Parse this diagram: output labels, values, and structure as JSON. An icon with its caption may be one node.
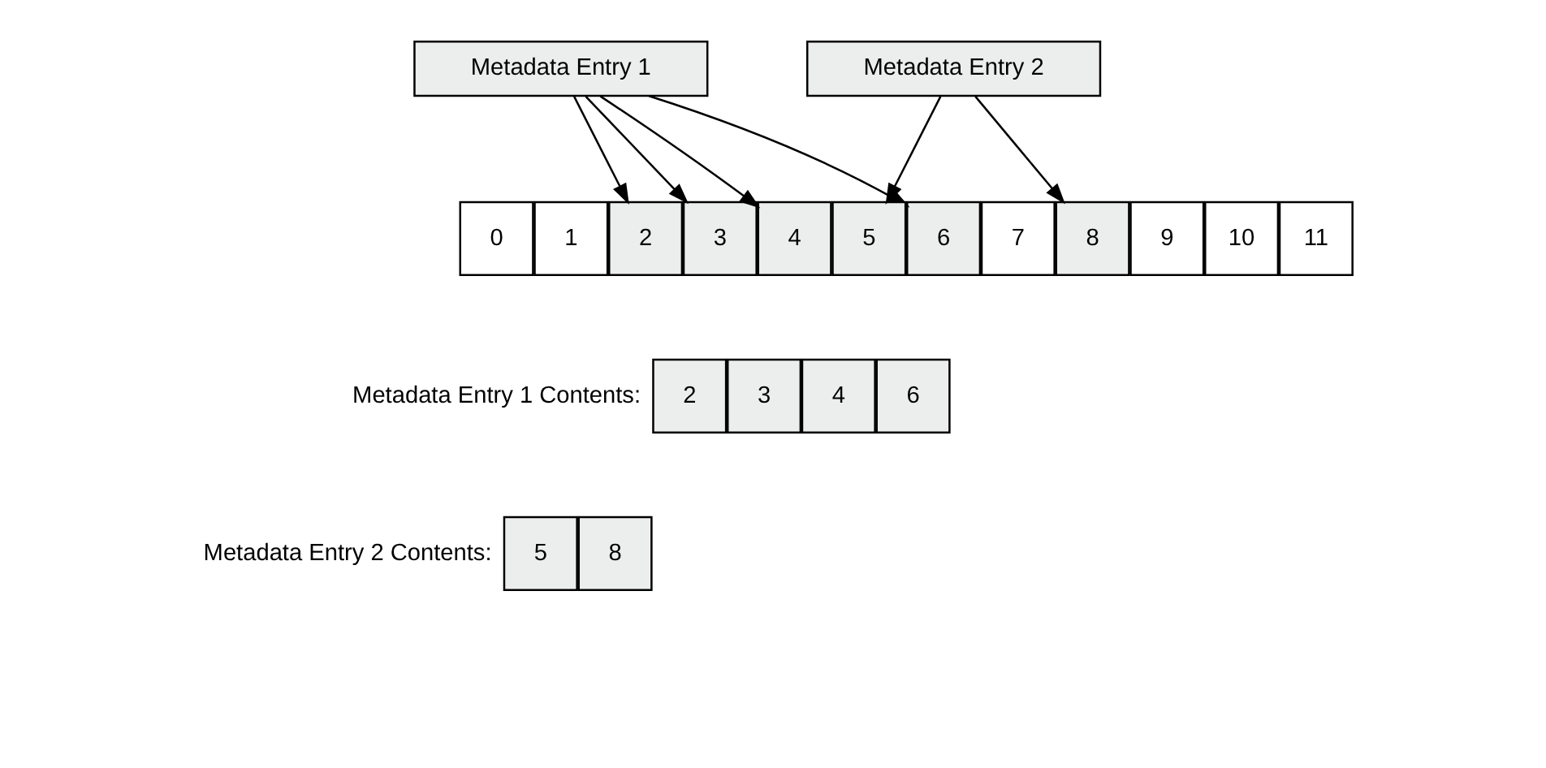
{
  "diagram": {
    "nodes": [
      {
        "text": [
          "Metadata Entry 1"
        ]
      },
      {
        "text": [
          "Metadata Entry 2"
        ]
      },
      {
        "text": [
          "0"
        ]
      },
      {
        "text": [
          "1"
        ]
      },
      {
        "text": [
          "2"
        ]
      },
      {
        "text": [
          "3"
        ]
      },
      {
        "text": [
          "4"
        ]
      },
      {
        "text": [
          "5"
        ]
      },
      {
        "text": [
          "6"
        ]
      },
      {
        "text": [
          "7"
        ]
      },
      {
        "text": [
          "8"
        ]
      },
      {
        "text": [
          "9"
        ]
      },
      {
        "text": [
          "10"
        ]
      },
      {
        "text": [
          "11"
        ]
      },
      {
        "text": [
          "2"
        ]
      },
      {
        "text": [
          "3"
        ]
      },
      {
        "text": [
          "4"
        ]
      },
      {
        "text": [
          "6"
        ]
      },
      {
        "text": [
          "5"
        ]
      },
      {
        "text": [
          "8"
        ]
      }
    ],
    "edges": [
      {
        "from": 0,
        "to": 4,
        "arrow": "to"
      },
      {
        "from": 0,
        "to": 5,
        "arrow": "to"
      },
      {
        "from": 0,
        "to": 6,
        "arrow": "to"
      },
      {
        "from": 0,
        "to": 8,
        "arrow": "to"
      },
      {
        "from": 1,
        "to": 7,
        "arrow": "to"
      },
      {
        "from": 1,
        "to": 10,
        "arrow": "to"
      }
    ],
    "labels": [
      "Metadata Entry 1 Contents:",
      "Metadata Entry 2 Contents:"
    ]
  }
}
